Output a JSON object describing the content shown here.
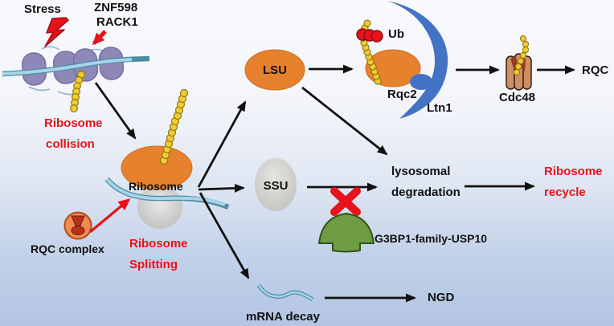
{
  "title": "Ribosome quality control pathway diagram",
  "labels": {
    "stress": "Stress",
    "znf598": "ZNF598",
    "rack1": "RACK1",
    "collision_line1": "Ribosome",
    "collision_line2": "collision",
    "ribosome": "Ribosome",
    "rqc_complex": "RQC complex",
    "splitting_line1": "Ribosome",
    "splitting_line2": "Splitting",
    "lsu": "LSU",
    "ssu": "SSU",
    "ub": "Ub",
    "rqc2": "Rqc2",
    "ltn1": "Ltn1",
    "cdc48": "Cdc48",
    "rqc": "RQC",
    "lysosomal_line1": "lysosomal",
    "lysosomal_line2": "degradation",
    "recycle_line1": "Ribosome",
    "recycle_line2": "recycle",
    "g3bp1": "G3BP1-family-USP10",
    "mrna_decay": "mRNA decay",
    "ngd": "NGD"
  },
  "icons": {
    "lightning_bolt": "stress-lightning",
    "collided_ribosomes": "purple stalled ribosomes on mRNA",
    "polypeptide_chain": "yellow nascent peptide beads",
    "ubiquitin": "red ubiquitin beads",
    "ltn1_crescent": "blue E3 ligase crescent",
    "cdc48_extractor": "tan AAA-ATPase barrel",
    "red_x": "blocked-step cross",
    "g3bp1_shape": "green G3BP1 dome",
    "rqc_complex_icon": "orange RQC complex circle",
    "mrna": "light blue mRNA strand"
  },
  "colors": {
    "background_top": "#f8f9fc",
    "background_bottom": "#b3c5e3",
    "accent_red": "#e8121a",
    "ribosome_orange": "#e6812e",
    "stalled_purple": "#8e88b8",
    "mrna_fill": "#a9d4e8",
    "mrna_stroke": "#4e8ca6",
    "ltn1_blue": "#4472c4",
    "peptide_yellow": "#f3ca2f",
    "g3bp1_green": "#6d9c43",
    "cdc48_tan": "#cf8f63",
    "ssu_gray": "#cecdca",
    "text_black": "#111111"
  }
}
